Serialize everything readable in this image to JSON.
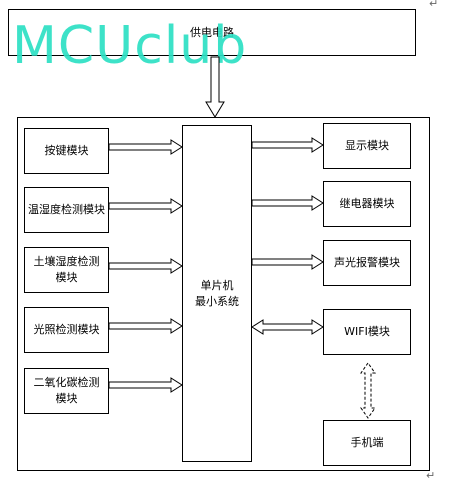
{
  "power": {
    "label": "供电电路"
  },
  "watermark": {
    "text": "MCUclub",
    "color": "#2de0c4"
  },
  "mcu": {
    "label": "单片机\n最小系统"
  },
  "inputs": [
    {
      "label": "按键模块"
    },
    {
      "label": "温湿度检测模块"
    },
    {
      "label": "土壤湿度检测\n模块"
    },
    {
      "label": "光照检测模块"
    },
    {
      "label": "二氧化碳检测\n模块"
    }
  ],
  "outputs": [
    {
      "label": "显示模块"
    },
    {
      "label": "继电器模块"
    },
    {
      "label": "声光报警模块"
    },
    {
      "label": "WIFI模块"
    }
  ],
  "phone": {
    "label": "手机端"
  },
  "marks": {
    "top": "↵",
    "bottom": "↵"
  }
}
